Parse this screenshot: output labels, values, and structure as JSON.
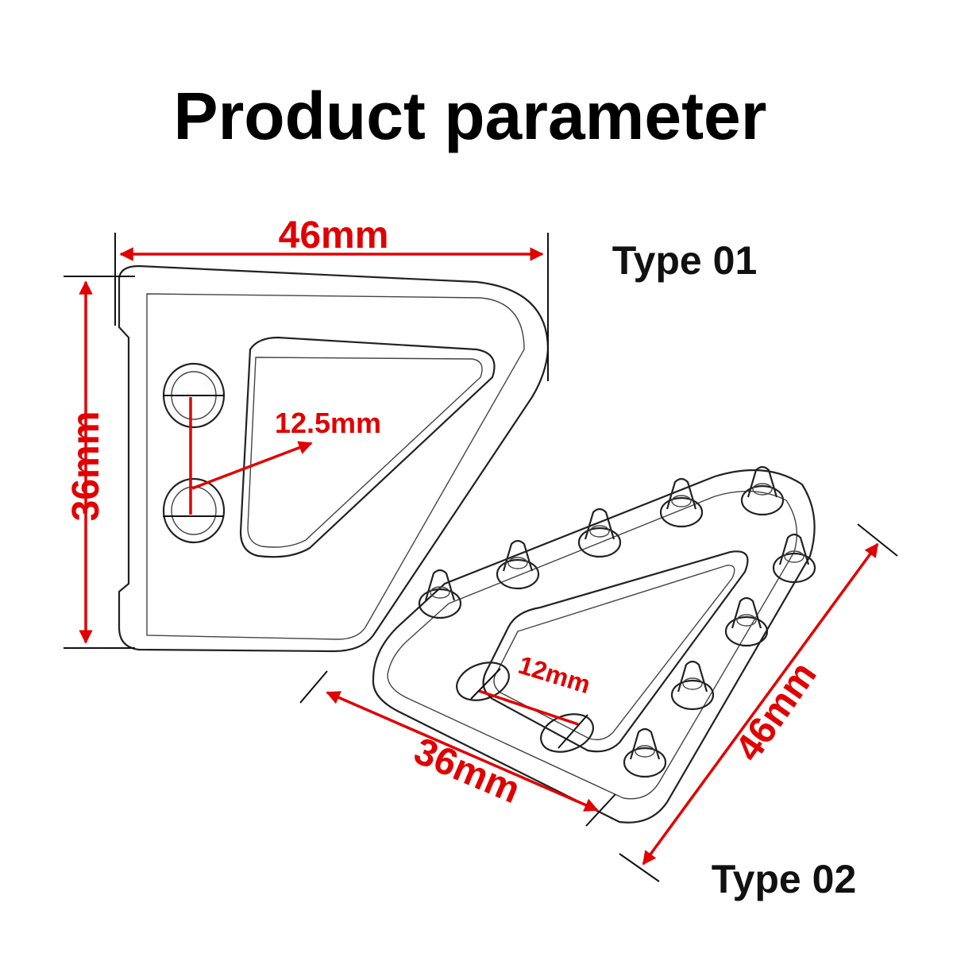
{
  "title": "Product parameter",
  "type01": {
    "label": "Type 01",
    "width": "46mm",
    "height": "36mm",
    "hole_spacing": "12.5mm"
  },
  "type02": {
    "label": "Type 02",
    "width": "46mm",
    "height": "36mm",
    "hole_spacing": "12mm"
  },
  "colors": {
    "dimension": "#e10000",
    "text": "#000000",
    "background": "#ffffff"
  }
}
